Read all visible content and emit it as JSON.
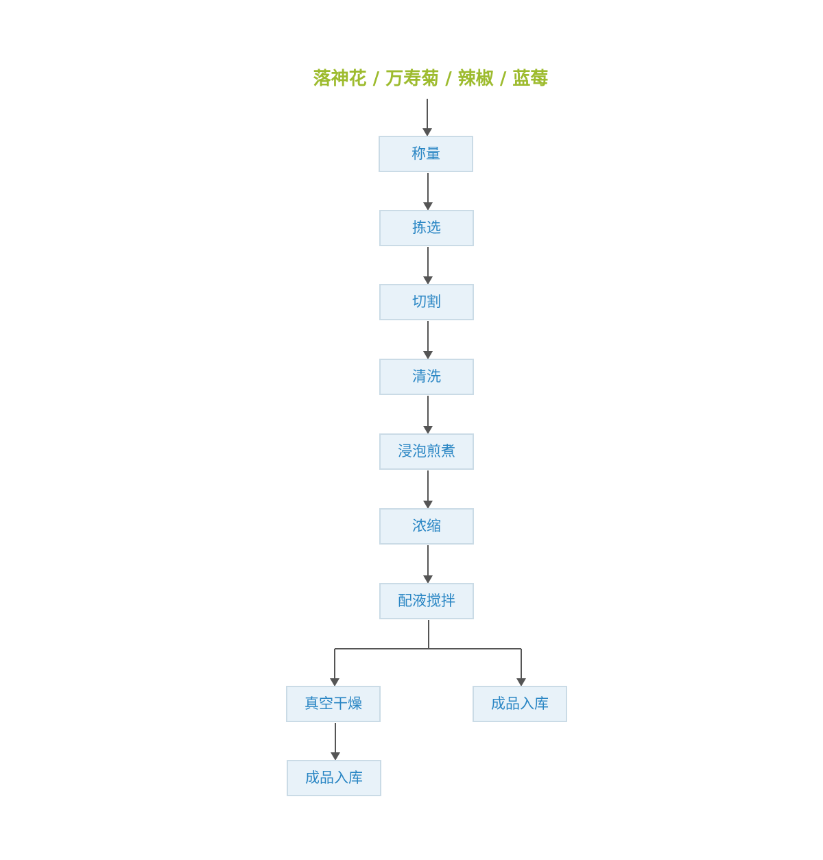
{
  "diagram": {
    "title": "落神花 / 万寿菊 / 辣椒 / 蓝莓",
    "steps": [
      "称量",
      "拣选",
      "切割",
      "清洗",
      "浸泡煎煮",
      "浓缩",
      "配液搅拌"
    ],
    "branch_left": [
      "真空干燥",
      "成品入库"
    ],
    "branch_right": [
      "成品入库"
    ]
  },
  "colors": {
    "title": "#9dbb2e",
    "node_fill": "#e8f2f9",
    "node_border": "#cadbe6",
    "node_text": "#2a86c4",
    "connector": "#555555"
  }
}
